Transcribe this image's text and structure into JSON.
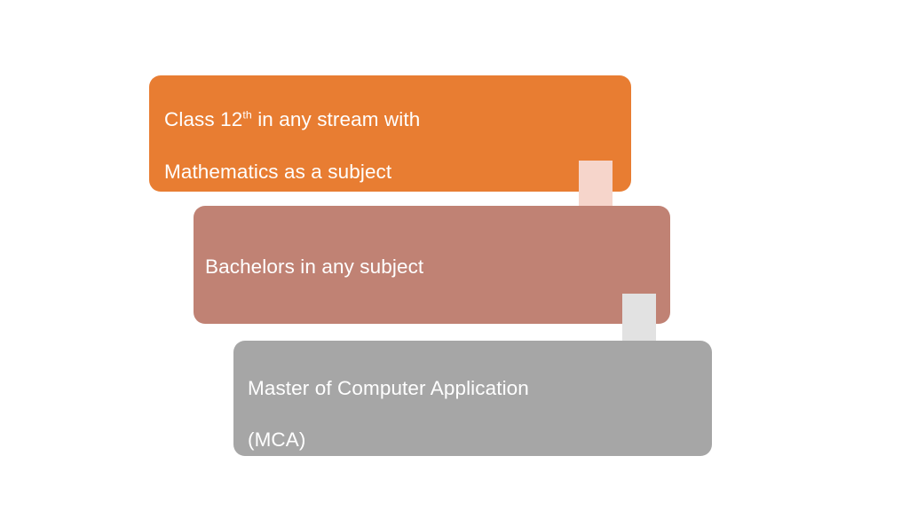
{
  "slide": {
    "background_color": "#FFFFFF",
    "title": "",
    "type": "process-flow-diagram"
  },
  "flow": {
    "orientation": "vertical-descending",
    "steps": [
      {
        "id": "step-1",
        "order": 1,
        "text_line_1": "Class 12",
        "superscript": "th",
        "text_line_1_rest": " in any stream with",
        "text_line_2": "Mathematics as a subject",
        "full_text": "Class 12th in any stream with Mathematics as a subject",
        "fill_color": "#E87D32",
        "text_color": "#FFFFFF"
      },
      {
        "id": "step-2",
        "order": 2,
        "full_text": "Bachelors in any subject",
        "fill_color": "#C08274",
        "text_color": "#FFFFFF"
      },
      {
        "id": "step-3",
        "order": 3,
        "text_line_1": "Master of Computer Application",
        "text_line_2": "(MCA)",
        "full_text": "Master of Computer Application (MCA)",
        "fill_color": "#A6A6A6",
        "text_color": "#FFFFFF"
      }
    ],
    "connectors": [
      {
        "id": "arrow-1",
        "icon": "down-arrow-icon",
        "from_step": "step-1",
        "to_step": "step-2",
        "color": "#F6D5CB"
      },
      {
        "id": "arrow-2",
        "icon": "down-arrow-icon",
        "from_step": "step-2",
        "to_step": "step-3",
        "color": "#E2E2E2"
      }
    ]
  }
}
